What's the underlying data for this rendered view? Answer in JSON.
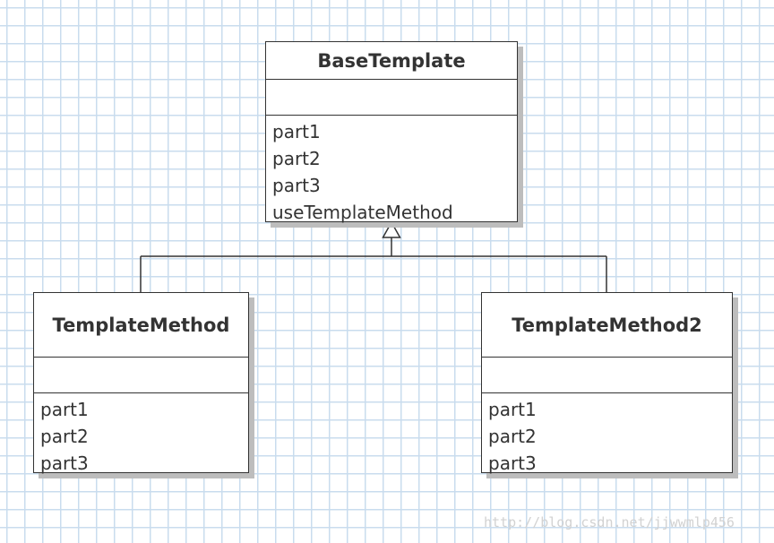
{
  "base_class": {
    "name": "BaseTemplate",
    "attributes": [],
    "operations": [
      "part1",
      "part2",
      "part3",
      "useTemplateMethod"
    ]
  },
  "subclasses": [
    {
      "name": "TemplateMethod",
      "attributes": [],
      "operations": [
        "part1",
        "part2",
        "part3"
      ]
    },
    {
      "name": "TemplateMethod2",
      "attributes": [],
      "operations": [
        "part1",
        "part2",
        "part3"
      ]
    }
  ],
  "relationship": "generalization",
  "watermark": "http://blog.csdn.net/jjwwmlp456",
  "colors": {
    "grid": "#c9dcee",
    "line": "#333333",
    "shadow": "#bdbdbd",
    "watermark": "#d2d2d2"
  }
}
